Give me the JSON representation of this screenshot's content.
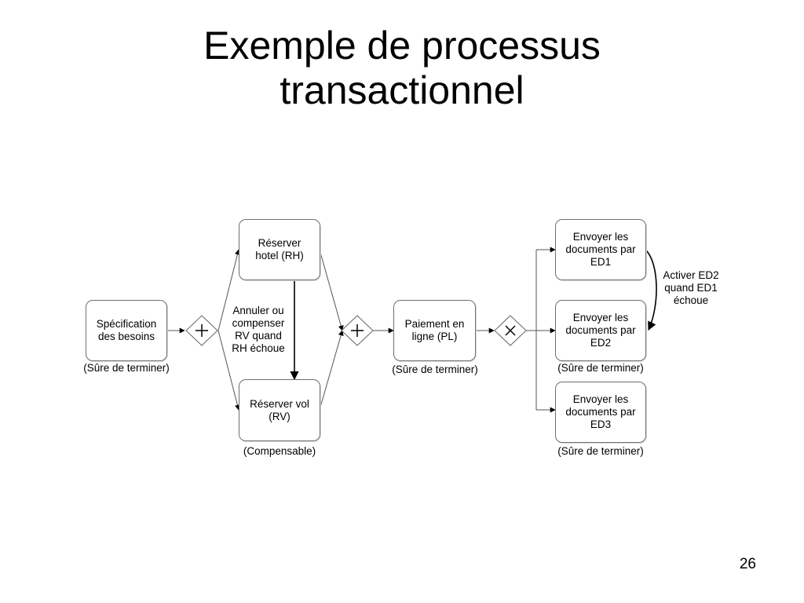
{
  "slide": {
    "title_line1": "Exemple de processus",
    "title_line2": "transactionnel",
    "page_number": "26"
  },
  "nodes": {
    "specification": {
      "label": "Spécification\ndes besoins",
      "caption": "(Sûre de terminer)"
    },
    "reserver_hotel": {
      "label": "Réserver\nhotel (RH)"
    },
    "reserver_vol": {
      "label": "Réserver vol\n(RV)",
      "caption": "(Compensable)"
    },
    "paiement": {
      "label": "Paiement en\nligne (PL)",
      "caption": "(Sûre de terminer)"
    },
    "ed1": {
      "label": "Envoyer les\ndocuments par\nED1"
    },
    "ed2": {
      "label": "Envoyer les\ndocuments par\nED2",
      "caption": "(Sûre de terminer)"
    },
    "ed3": {
      "label": "Envoyer les\ndocuments par\nED3",
      "caption": "(Sûre de terminer)"
    }
  },
  "gateways": {
    "split_and": {
      "type": "parallel",
      "symbol": "+"
    },
    "join_and": {
      "type": "parallel",
      "symbol": "+"
    },
    "split_xor": {
      "type": "exclusive",
      "symbol": "×"
    }
  },
  "annotations": {
    "compensation": "Annuler ou\ncompenser\nRV quand\nRH échoue",
    "fallback": "Activer ED2\nquand ED1\néchoue"
  }
}
